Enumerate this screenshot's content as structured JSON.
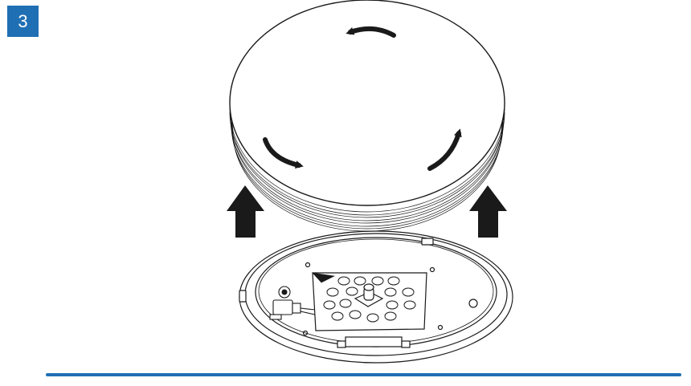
{
  "step": {
    "number": "3"
  },
  "colors": {
    "accent": "#1f6fb4",
    "line": "#1a1a1a",
    "background": "#ffffff"
  },
  "illustration": {
    "parts": [
      "diffuser-cover",
      "base-tray",
      "led-board",
      "lift-arrows",
      "rotate-arrows"
    ],
    "icons": [
      "arrow-up-icon",
      "rotate-arrow-icon"
    ]
  }
}
